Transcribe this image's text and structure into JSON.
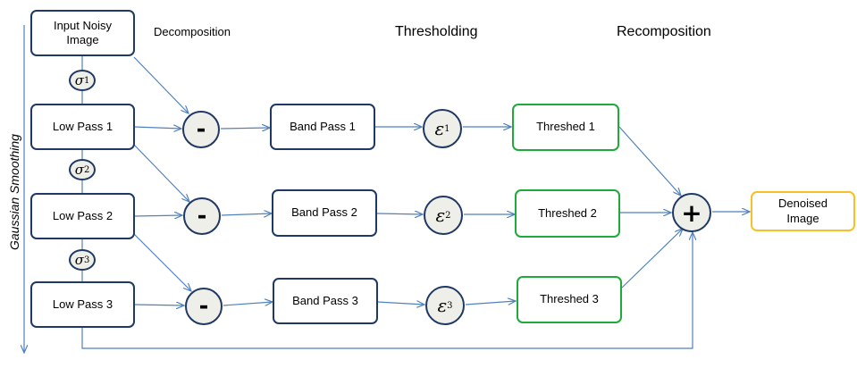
{
  "labels": {
    "decomposition": "Decomposition",
    "thresholding": "Thresholding",
    "recomposition": "Recomposition",
    "gaussian_smoothing": "Gaussian Smoothing"
  },
  "nodes": {
    "input": "Input Noisy\nImage",
    "low_pass": [
      "Low Pass 1",
      "Low Pass 2",
      "Low Pass 3"
    ],
    "band_pass": [
      "Band Pass 1",
      "Band Pass 2",
      "Band Pass 3"
    ],
    "threshed": [
      "Threshed 1",
      "Threshed 2",
      "Threshed 3"
    ],
    "output": "Denoised\nImage"
  },
  "operators": {
    "minus": "-",
    "plus": "+"
  },
  "sigma_symbol": "σ",
  "epsilon_symbol": "ε",
  "indices": [
    "1",
    "2",
    "3"
  ],
  "colors": {
    "box_border": "#1f3864",
    "threshed_border": "#1faa3a",
    "output_border": "#f5c028",
    "arrow": "#4f81bd",
    "node_fill": "#efefe9"
  }
}
